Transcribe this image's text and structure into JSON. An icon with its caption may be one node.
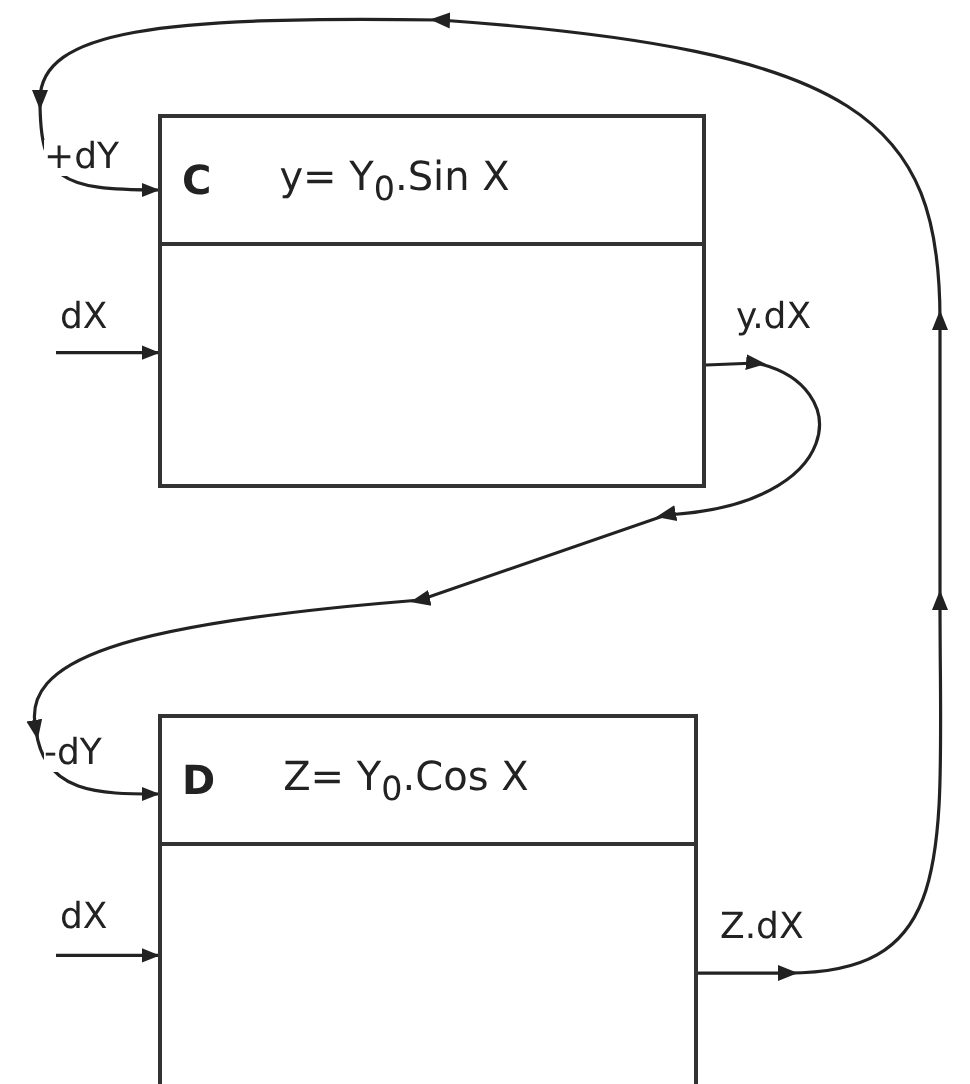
{
  "diagram": {
    "nodes": [
      {
        "text": [
          "C",
          "y= Y$_{0}$.Sin X"
        ]
      },
      {
        "text": [
          "D",
          "Z= Y$_{0}$.Cos X"
        ]
      }
    ],
    "edges": [
      {
        "from": 0,
        "to": 1,
        "arrow": "to",
        "label": "y.dX"
      },
      {
        "from": 1,
        "to": 0,
        "arrow": "to",
        "label": "Z.dX"
      },
      {
        "from": null,
        "to": 0,
        "arrow": "to",
        "label": "dX"
      },
      {
        "from": null,
        "to": 1,
        "arrow": "to",
        "label": "dX"
      }
    ],
    "labels": [
      "+dY",
      "-dY"
    ]
  }
}
